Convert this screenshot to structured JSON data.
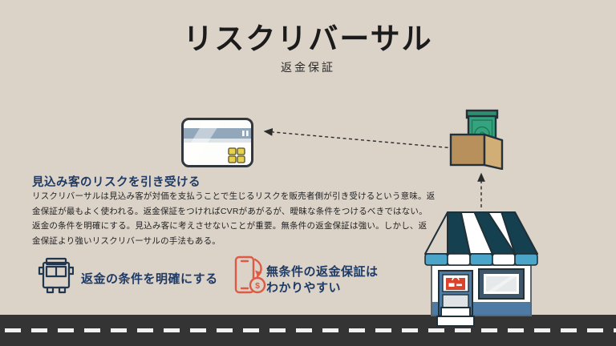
{
  "slide": {
    "title": "リスクリバーサル",
    "subtitle": "返金保証"
  },
  "section": {
    "heading": "見込み客のリスクを引き受ける",
    "body_lines": [
      "リスクリバーサルは見込み客が対価を支払うことで生じるリスクを販売者側が引き受けるという意味。返",
      "金保証が最もよく使われる。返金保証をつければCVRがあがるが、曖昧な条件をつけるべきではない。",
      "返金の条件を明確にする。見込み客に考えさせないことが重要。無条件の返金保証は強い。しかし、返",
      "金保証より強いリスクリバーサルの手法もある。"
    ]
  },
  "callouts": {
    "clear_terms": {
      "icon": "bus-icon",
      "label": "返金の条件を明確にする"
    },
    "unconditional": {
      "icon": "cashback-phone-icon",
      "line1": "無条件の返金保証は",
      "line2": "わかりやすい"
    }
  },
  "symbols": {
    "dollar": "$"
  },
  "icons": [
    "credit-card-illustration",
    "money-box-illustration",
    "storefront-illustration",
    "bus-icon",
    "cashback-phone-icon",
    "dashed-arrow-box-to-card",
    "dashed-arrow-store-to-box",
    "road-graphic"
  ],
  "colors": {
    "background": "#dbd2c8",
    "title_text": "#1b1b1b",
    "accent_navy": "#1f3a64",
    "body_text": "#232323",
    "icon_outline_navy": "#21374f",
    "icon_outline_red": "#dd5b45",
    "awning_dark": "#15404f",
    "awning_light_blue": "#4aa5c8",
    "store_frame_blue": "#4d7ba3",
    "window_frame_slate": "#3e566b",
    "sign_red": "#d9452c",
    "road_gray": "#343434",
    "road_dash_white": "#f2f2f2",
    "card_stripe_blue": "#93a7ba",
    "chip_yellow": "#e8d24b",
    "box_brown": "#bf9a64",
    "money_green": "#35a47e",
    "arrow_dark": "#2b2b2b"
  }
}
